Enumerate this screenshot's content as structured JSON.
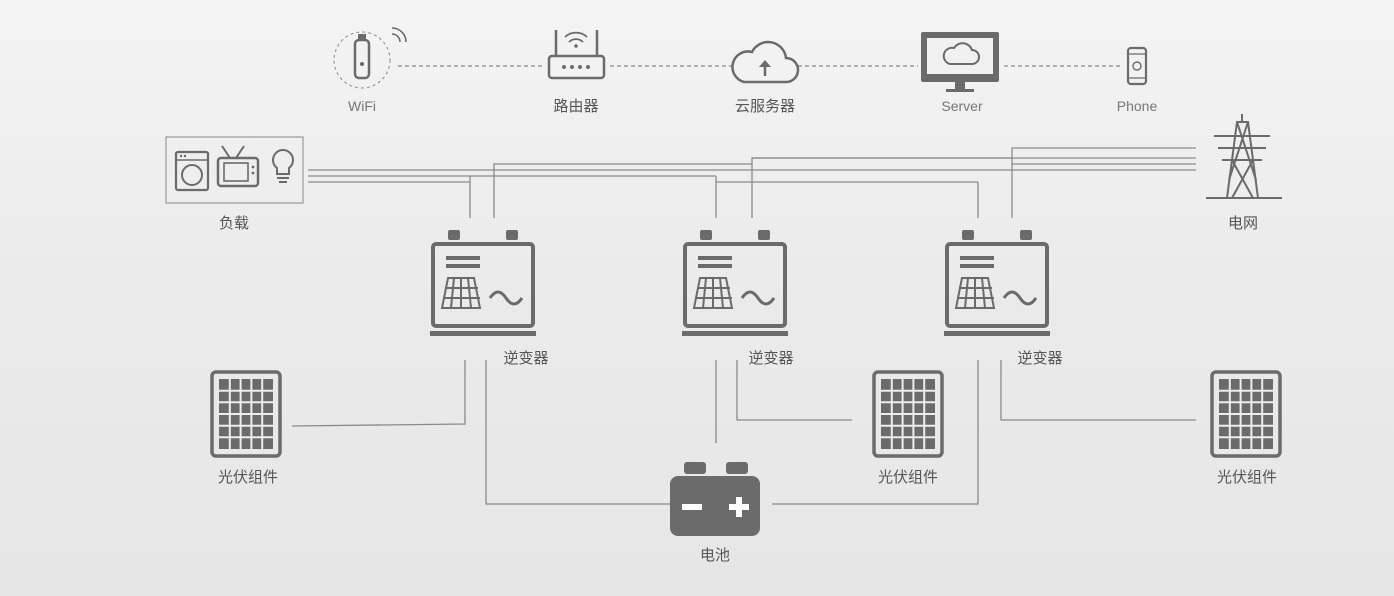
{
  "network": {
    "wifi": "WiFi",
    "router": "路由器",
    "cloud": "云服务器",
    "server": "Server",
    "phone": "Phone"
  },
  "load_label": "负载",
  "grid_label": "电网",
  "inverter_label": "逆变器",
  "pv_label": "光伏组件",
  "battery_label": "电池",
  "colors": {
    "line": "#8a8a8a",
    "device": "#6b6b6b",
    "label": "#555555"
  }
}
